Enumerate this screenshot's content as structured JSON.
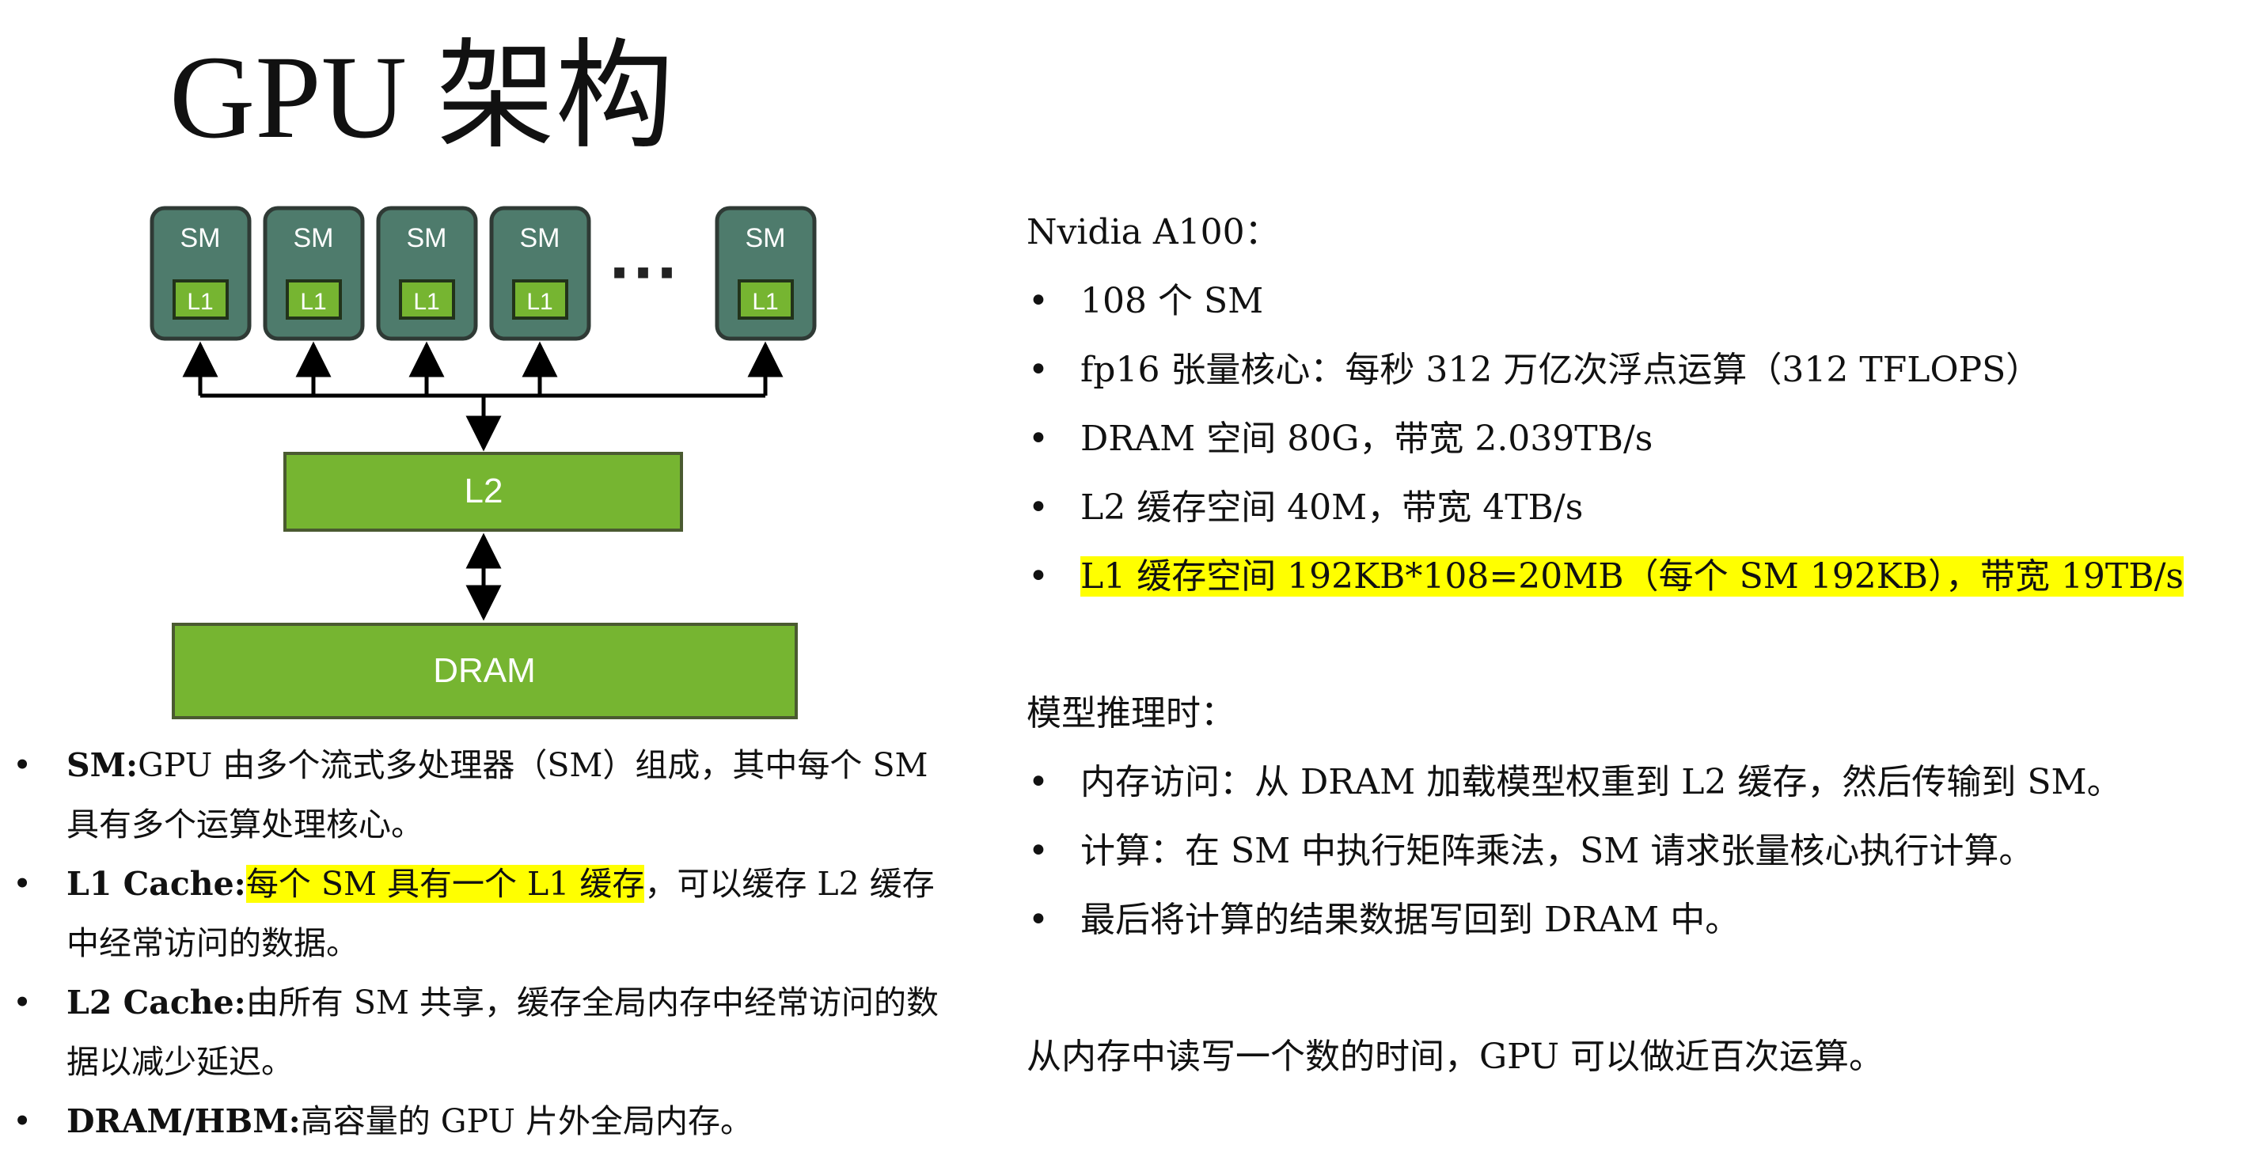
{
  "title": "GPU 架构",
  "diagram": {
    "sm_label": "SM",
    "l1_label": "L1",
    "ellipsis": "···",
    "l2_label": "L2",
    "dram_label": "DRAM",
    "colors": {
      "sm_fill": "#4e7b6c",
      "sm_stroke": "#2f3a35",
      "green_fill": "#76b531",
      "green_stroke": "#4a5a30",
      "arrow": "#000000"
    }
  },
  "left_bullets": [
    {
      "term": "SM:",
      "text": "GPU 由多个流式多处理器（SM）组成，其中每个 SM 具有多个运算处理核心。"
    },
    {
      "term": "L1 Cache:",
      "highlight": "每个 SM 具有一个 L1 缓存",
      "text": "，可以缓存 L2 缓存中经常访问的数据。"
    },
    {
      "term": "L2 Cache:",
      "text": "由所有 SM 共享，缓存全局内存中经常访问的数据以减少延迟。"
    },
    {
      "term": "DRAM/HBM:",
      "text": "高容量的 GPU 片外全局内存。"
    }
  ],
  "spec": {
    "heading": "Nvidia A100：",
    "items": [
      "108 个 SM",
      "fp16 张量核心：每秒 312 万亿次浮点运算（312 TFLOPS）",
      "DRAM 空间 80G，带宽 2.039TB/s",
      "L2 缓存空间 40M，带宽 4TB/s",
      "L1 缓存空间 192KB*108=20MB（每个 SM 192KB），带宽 19TB/s"
    ]
  },
  "inference": {
    "heading": "模型推理时：",
    "items": [
      "内存访问：从 DRAM 加载模型权重到 L2 缓存，然后传输到 SM。",
      "计算：在 SM 中执行矩阵乘法，SM 请求张量核心执行计算。",
      "最后将计算的结果数据写回到 DRAM 中。"
    ]
  },
  "conclusion": "从内存中读写一个数的时间，GPU 可以做近百次运算。"
}
